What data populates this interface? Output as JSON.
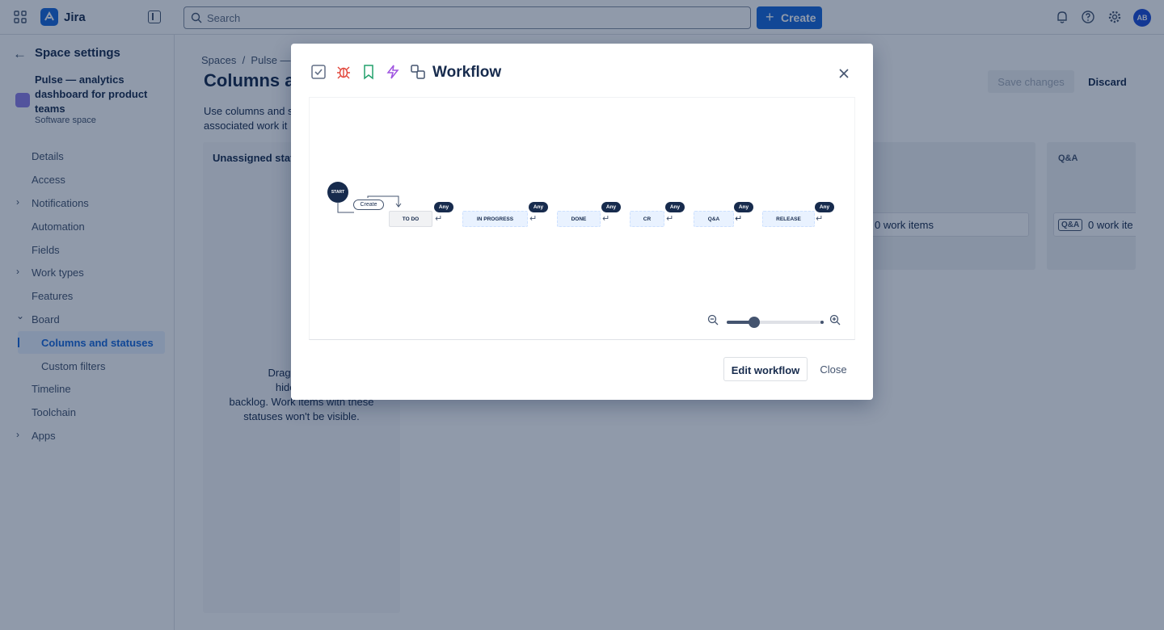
{
  "app": {
    "name": "Jira"
  },
  "topbar": {
    "search_placeholder": "Search",
    "create_label": "Create",
    "avatar_initials": "AB"
  },
  "sidebar": {
    "title": "Space settings",
    "space_name": "Pulse — analytics dashboard for product teams",
    "space_type": "Software space",
    "items": [
      {
        "label": "Details",
        "chevron": ""
      },
      {
        "label": "Access",
        "chevron": ""
      },
      {
        "label": "Notifications",
        "chevron": "›"
      },
      {
        "label": "Automation",
        "chevron": ""
      },
      {
        "label": "Fields",
        "chevron": ""
      },
      {
        "label": "Work types",
        "chevron": "›"
      },
      {
        "label": "Features",
        "chevron": ""
      },
      {
        "label": "Board",
        "chevron": "⌄"
      },
      {
        "label": "Columns and statuses",
        "chevron": ""
      },
      {
        "label": "Custom filters",
        "chevron": ""
      },
      {
        "label": "Timeline",
        "chevron": ""
      },
      {
        "label": "Toolchain",
        "chevron": ""
      },
      {
        "label": "Apps",
        "chevron": "›"
      }
    ]
  },
  "main": {
    "breadcrumb": "Spaces  /  Pulse —",
    "title": "Columns a",
    "save_label": "Save changes",
    "discard_label": "Discard",
    "description": "Use columns and s\nassociated work it",
    "unassigned_header": "Unassigned stat",
    "unassigned_body": "Drag and drop\nhide it from\nbacklog. Work items with these\nstatuses won't be visible.",
    "prev_column_count": "0 work items",
    "qa_column": {
      "header": "Q&A",
      "lozenge": "Q&A",
      "count": "0 work ite"
    }
  },
  "modal": {
    "title": "Workflow",
    "work_type_icons": [
      "task-icon",
      "bug-icon",
      "story-icon",
      "epic-icon",
      "subtask-icon"
    ],
    "workflow": {
      "start_label": "START",
      "create_transition_label": "Create",
      "any_label": "Any",
      "statuses": [
        "TO DO",
        "IN PROGRESS",
        "DONE",
        "CR",
        "Q&A",
        "RELEASE"
      ]
    },
    "zoom_level": 0.28,
    "edit_label": "Edit workflow",
    "close_label": "Close"
  }
}
